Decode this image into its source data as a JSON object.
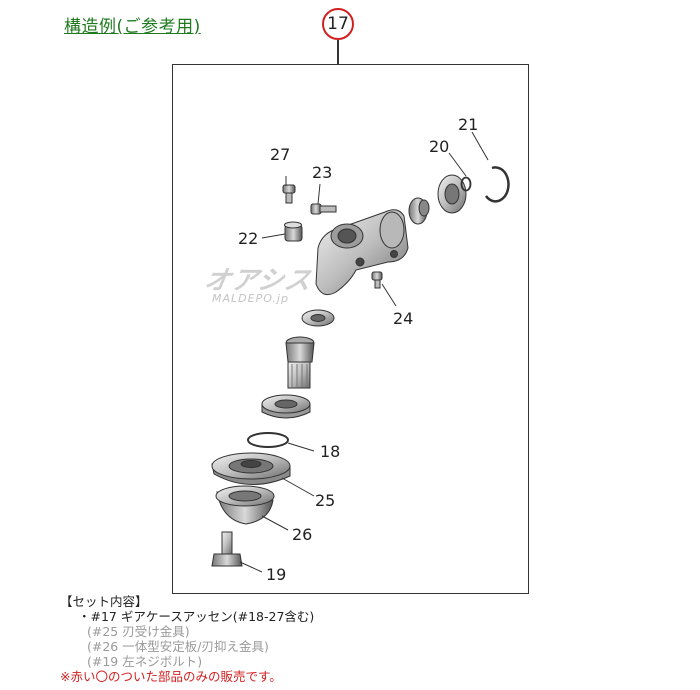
{
  "title": "構造例(ご参考用)",
  "main_part_number": "17",
  "watermark": {
    "logo": "オアシス",
    "text": "MALDEPO.jp"
  },
  "callouts": {
    "p17": "17",
    "p18": "18",
    "p19": "19",
    "p20": "20",
    "p21": "21",
    "p22": "22",
    "p23": "23",
    "p24": "24",
    "p25": "25",
    "p26": "26",
    "p27": "27"
  },
  "set_contents": {
    "heading": "【セット内容】",
    "main_item": "・#17 ギアケースアッセン(#18-27含む)",
    "included": [
      "(#25 刃受け金具)",
      "(#26 一体型安定板/刃抑え金具)",
      "(#19 左ネジボルト)"
    ],
    "note": "※赤い〇のついた部品のみの販売です。"
  },
  "colors": {
    "title": "#1f7a1f",
    "circle": "#d12020",
    "note": "#d12020",
    "grey_text": "#9a9a9a"
  }
}
